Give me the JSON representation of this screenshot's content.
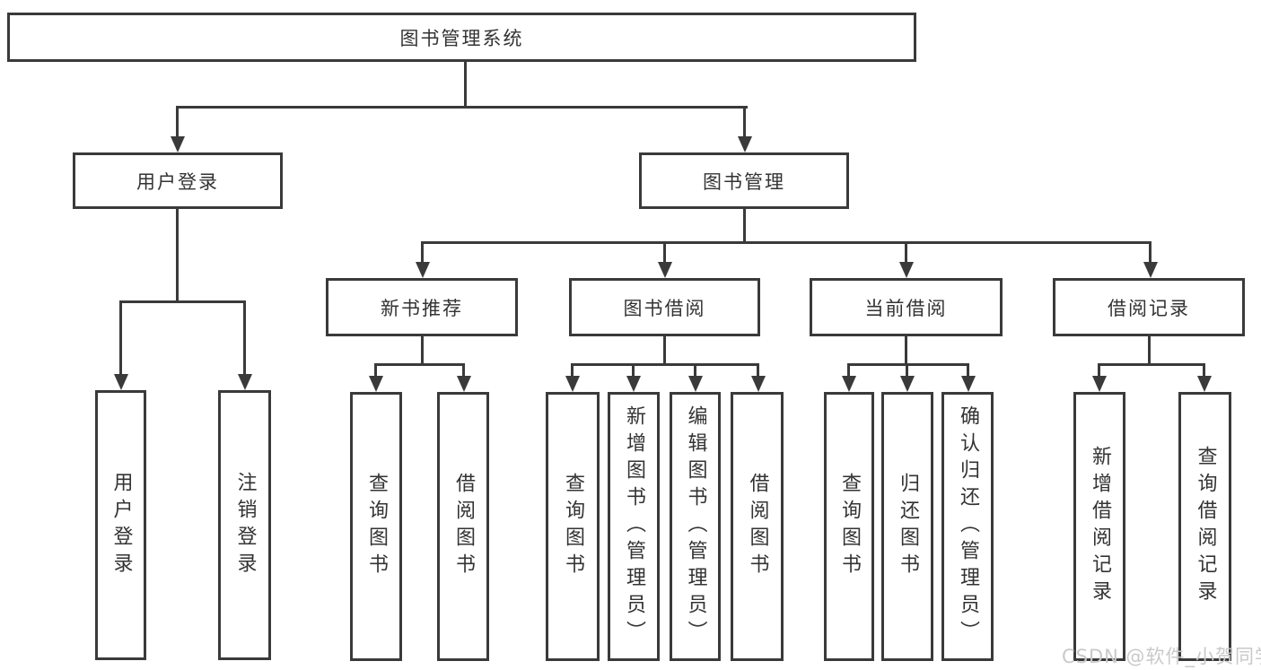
{
  "colors": {
    "line": "#3a3a3a",
    "text": "#333333",
    "box_background": "#ffffff",
    "watermark": "#c9c9c9"
  },
  "watermark": {
    "text": "CSDN @软件_小贺同学"
  },
  "tree": {
    "root": "图书管理系统",
    "level2": {
      "user_login": "用户登录",
      "book_mgmt": "图书管理"
    },
    "level3": {
      "new_book": "新书推荐",
      "book_borrow": "图书借阅",
      "current_borrow": "当前借阅",
      "borrow_record": "借阅记录"
    },
    "leaves": {
      "user_login": [
        "用户登录",
        "注销登录"
      ],
      "new_book": [
        "查询图书",
        "借阅图书"
      ],
      "book_borrow": [
        "查询图书",
        "新增图书（管理员）",
        "编辑图书（管理员）",
        "借阅图书"
      ],
      "current_borrow": [
        "查询图书",
        "归还图书",
        "确认归还（管理员）"
      ],
      "borrow_record": [
        "新增借阅记录",
        "查询借阅记录"
      ]
    }
  }
}
